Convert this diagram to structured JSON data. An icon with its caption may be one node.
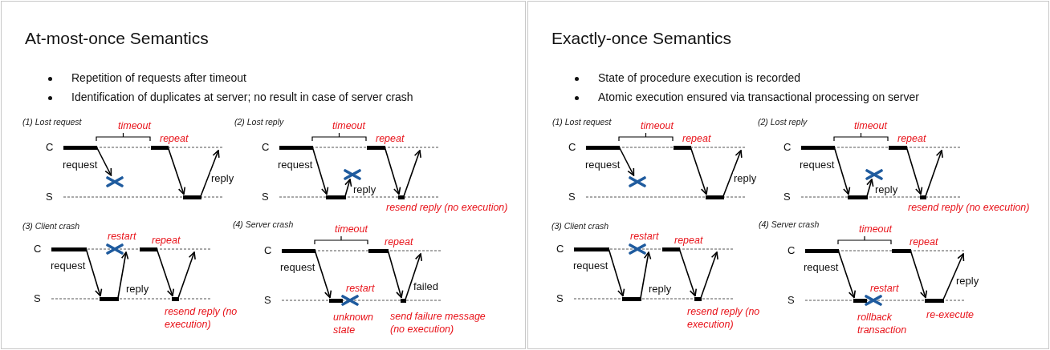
{
  "diagram": {
    "nodes": [
      {
        "text": [
          "At-most-once Semantics",
          "Repetition of requests after timeout",
          "Identification of duplicates at server; no result in case of server crash"
        ]
      },
      {
        "text": [
          "C"
        ],
        "in": 0
      },
      {
        "text": [
          "S"
        ],
        "in": 0
      },
      {
        "text": [],
        "shape": "bar",
        "in": 1
      },
      {
        "text": [],
        "shape": "cross",
        "in": 0
      },
      {
        "text": [],
        "shape": "bar",
        "in": 1,
        "beside": [
          "repeat"
        ]
      },
      {
        "text": [],
        "shape": "bar",
        "in": 2
      },
      {
        "text": [
          "C"
        ],
        "in": 0
      },
      {
        "text": [
          "S"
        ],
        "in": 0
      },
      {
        "text": [],
        "shape": "bar",
        "in": 7
      },
      {
        "text": [],
        "shape": "bar",
        "in": 8
      },
      {
        "text": [],
        "shape": "cross",
        "in": 0
      },
      {
        "text": [],
        "shape": "bar",
        "in": 7,
        "beside": [
          "repeat"
        ]
      },
      {
        "text": [],
        "shape": "bar",
        "in": 8,
        "beside": [
          "resend reply (no execution)"
        ]
      },
      {
        "text": [
          "C"
        ],
        "in": 0
      },
      {
        "text": [
          "S"
        ],
        "in": 0
      },
      {
        "text": [],
        "shape": "bar",
        "in": 14
      },
      {
        "text": [],
        "shape": "bar",
        "in": 15
      },
      {
        "text": [],
        "shape": "cross",
        "in": 0,
        "beside": [
          "restart"
        ]
      },
      {
        "text": [],
        "shape": "bar",
        "in": 14,
        "beside": [
          "repeat"
        ]
      },
      {
        "text": [],
        "shape": "bar",
        "in": 15,
        "beside": [
          "resend reply (no execution)"
        ]
      },
      {
        "text": [
          "C"
        ],
        "in": 0
      },
      {
        "text": [
          "S"
        ],
        "in": 0
      },
      {
        "text": [],
        "shape": "bar",
        "in": 21
      },
      {
        "text": [],
        "shape": "bar",
        "in": 22
      },
      {
        "text": [],
        "shape": "cross",
        "in": 0,
        "beside": [
          "restart",
          "unknown state"
        ]
      },
      {
        "text": [],
        "shape": "bar",
        "in": 21,
        "beside": [
          "repeat"
        ]
      },
      {
        "text": [],
        "shape": "bar",
        "in": 22,
        "beside": [
          "send failure message (no execution)"
        ]
      },
      {
        "text": [
          "Exactly-once Semantics",
          "State of procedure execution is recorded",
          "Atomic execution ensured via transactional processing on server"
        ]
      },
      {
        "text": [
          "C"
        ],
        "in": 28
      },
      {
        "text": [
          "S"
        ],
        "in": 28
      },
      {
        "text": [],
        "shape": "bar",
        "in": 29
      },
      {
        "text": [],
        "shape": "cross",
        "in": 28
      },
      {
        "text": [],
        "shape": "bar",
        "in": 29,
        "beside": [
          "repeat"
        ]
      },
      {
        "text": [],
        "shape": "bar",
        "in": 30
      },
      {
        "text": [
          "C"
        ],
        "in": 28
      },
      {
        "text": [
          "S"
        ],
        "in": 28
      },
      {
        "text": [],
        "shape": "bar",
        "in": 35
      },
      {
        "text": [],
        "shape": "bar",
        "in": 36
      },
      {
        "text": [],
        "shape": "cross",
        "in": 28
      },
      {
        "text": [],
        "shape": "bar",
        "in": 35,
        "beside": [
          "repeat"
        ]
      },
      {
        "text": [],
        "shape": "bar",
        "in": 36,
        "beside": [
          "resend reply (no execution)"
        ]
      },
      {
        "text": [
          "C"
        ],
        "in": 28
      },
      {
        "text": [
          "S"
        ],
        "in": 28
      },
      {
        "text": [],
        "shape": "bar",
        "in": 42
      },
      {
        "text": [],
        "shape": "bar",
        "in": 43
      },
      {
        "text": [],
        "shape": "cross",
        "in": 28,
        "beside": [
          "restart"
        ]
      },
      {
        "text": [],
        "shape": "bar",
        "in": 42,
        "beside": [
          "repeat"
        ]
      },
      {
        "text": [],
        "shape": "bar",
        "in": 43,
        "beside": [
          "resend reply (no execution)"
        ]
      },
      {
        "text": [
          "C"
        ],
        "in": 28
      },
      {
        "text": [
          "S"
        ],
        "in": 28
      },
      {
        "text": [],
        "shape": "bar",
        "in": 49
      },
      {
        "text": [],
        "shape": "bar",
        "in": 50
      },
      {
        "text": [],
        "shape": "cross",
        "in": 28,
        "beside": [
          "restart",
          "rollback transaction"
        ]
      },
      {
        "text": [],
        "shape": "bar",
        "in": 49,
        "beside": [
          "repeat"
        ]
      },
      {
        "text": [],
        "shape": "bar",
        "in": 50,
        "beside": [
          "re-execute"
        ]
      }
    ],
    "edges": [
      {
        "from": 3,
        "to": 4,
        "arrow": "to",
        "label": "request"
      },
      {
        "from": 5,
        "to": 6,
        "arrow": "to"
      },
      {
        "from": 6,
        "to": 1,
        "arrow": "to",
        "label": "reply"
      },
      {
        "from": 9,
        "to": 10,
        "arrow": "to",
        "label": "request"
      },
      {
        "from": 10,
        "to": 11,
        "arrow": "to",
        "label": "reply"
      },
      {
        "from": 12,
        "to": 13,
        "arrow": "to"
      },
      {
        "from": 13,
        "to": 7,
        "arrow": "to"
      },
      {
        "from": 16,
        "to": 17,
        "arrow": "to",
        "label": "request"
      },
      {
        "from": 17,
        "to": 14,
        "arrow": "to",
        "label": "reply"
      },
      {
        "from": 19,
        "to": 20,
        "arrow": "to"
      },
      {
        "from": 20,
        "to": 14,
        "arrow": "to"
      },
      {
        "from": 23,
        "to": 24,
        "arrow": "to",
        "label": "request"
      },
      {
        "from": 26,
        "to": 27,
        "arrow": "to"
      },
      {
        "from": 27,
        "to": 21,
        "arrow": "to",
        "label": "failed"
      },
      {
        "from": 31,
        "to": 32,
        "arrow": "to",
        "label": "request"
      },
      {
        "from": 33,
        "to": 34,
        "arrow": "to"
      },
      {
        "from": 34,
        "to": 29,
        "arrow": "to",
        "label": "reply"
      },
      {
        "from": 37,
        "to": 38,
        "arrow": "to",
        "label": "request"
      },
      {
        "from": 38,
        "to": 39,
        "arrow": "to",
        "label": "reply"
      },
      {
        "from": 40,
        "to": 41,
        "arrow": "to"
      },
      {
        "from": 41,
        "to": 35,
        "arrow": "to"
      },
      {
        "from": 44,
        "to": 45,
        "arrow": "to",
        "label": "request"
      },
      {
        "from": 45,
        "to": 42,
        "arrow": "to",
        "label": "reply"
      },
      {
        "from": 47,
        "to": 48,
        "arrow": "to"
      },
      {
        "from": 48,
        "to": 42,
        "arrow": "to"
      },
      {
        "from": 51,
        "to": 52,
        "arrow": "to",
        "label": "request"
      },
      {
        "from": 54,
        "to": 55,
        "arrow": "to"
      },
      {
        "from": 55,
        "to": 49,
        "arrow": "to",
        "label": "reply"
      }
    ],
    "labels": [
      "(1) Lost request",
      "timeout",
      "(2) Lost reply",
      "timeout",
      "(3) Client crash",
      "(4) Server crash",
      "timeout",
      "(1) Lost request",
      "timeout",
      "(2) Lost reply",
      "timeout",
      "(3) Client crash",
      "(4) Server crash",
      "timeout"
    ]
  }
}
